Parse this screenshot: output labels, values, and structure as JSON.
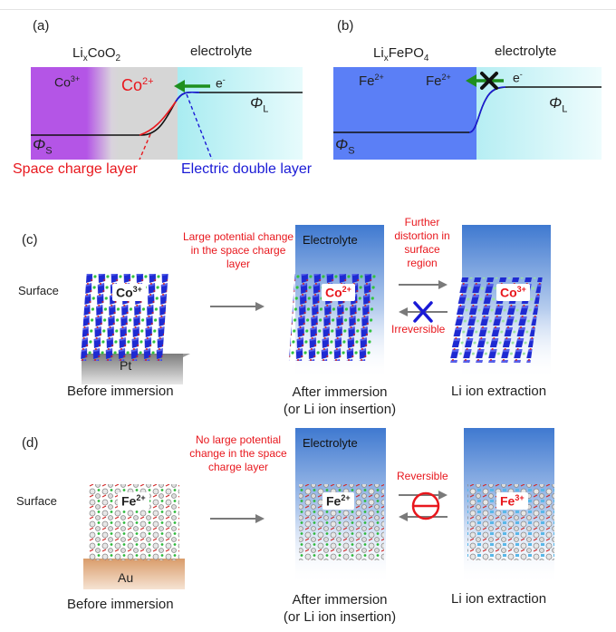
{
  "panel_a": {
    "tag": "(a)",
    "material": {
      "prefix": "Li",
      "sub": "x",
      "rest": "CoO",
      "sub2": "2"
    },
    "electrolyte": "electrolyte",
    "co3": {
      "base": "Co",
      "sup": "3+"
    },
    "co2": {
      "base": "Co",
      "sup": "2+"
    },
    "electron": {
      "base": "e",
      "sup": "-"
    },
    "phi_s": {
      "base": "Φ",
      "sub": "S"
    },
    "phi_l": {
      "base": "Φ",
      "sub": "L"
    },
    "space_charge": "Space charge layer",
    "double_layer": "Electric double layer"
  },
  "panel_b": {
    "tag": "(b)",
    "material": {
      "prefix": "Li",
      "sub": "x",
      "rest": "FePO",
      "sub2": "4"
    },
    "electrolyte": "electrolyte",
    "fe2_left": {
      "base": "Fe",
      "sup": "2+"
    },
    "fe2_right": {
      "base": "Fe",
      "sup": "2+"
    },
    "electron": {
      "base": "e",
      "sup": "-"
    },
    "phi_s": {
      "base": "Φ",
      "sub": "S"
    },
    "phi_l": {
      "base": "Φ",
      "sub": "L"
    }
  },
  "panel_c": {
    "tag": "(c)",
    "surface": "Surface",
    "substrate": "Pt",
    "before_label": "Before immersion",
    "ion_before": {
      "base": "Co",
      "sup": "3+"
    },
    "note1": "Large potential change in the space charge layer",
    "electrolyte": "Electrolyte",
    "ion_after": {
      "base": "Co",
      "sup": "2+"
    },
    "after_label_1": "After immersion",
    "after_label_2": "(or Li ion insertion)",
    "note2": "Further distortion in surface region",
    "irreversible": "Irreversible",
    "ion_extract": {
      "base": "Co",
      "sup": "3+"
    },
    "extract_label": "Li ion extraction"
  },
  "panel_d": {
    "tag": "(d)",
    "surface": "Surface",
    "substrate": "Au",
    "before_label": "Before immersion",
    "ion_before": {
      "base": "Fe",
      "sup": "2+"
    },
    "note1": "No large potential change in the space charge layer",
    "electrolyte": "Electrolyte",
    "ion_after": {
      "base": "Fe",
      "sup": "2+"
    },
    "after_label_1": "After immersion",
    "after_label_2": "(or Li ion insertion)",
    "reversible": "Reversible",
    "ion_extract": {
      "base": "Fe",
      "sup": "3+"
    },
    "extract_label": "Li ion extraction"
  },
  "colors": {
    "red": "#e8171d",
    "blue": "#1a1ad6",
    "green_arrow": "#1e8f1e",
    "lco_purple": "#b455e6",
    "lfp_blue": "#5b7ff6",
    "electrolyte_cyan": "#c9f5f7",
    "electrolyte_gradient_top": "#2f6fd1",
    "gray_arrow": "#7a7a7a"
  }
}
